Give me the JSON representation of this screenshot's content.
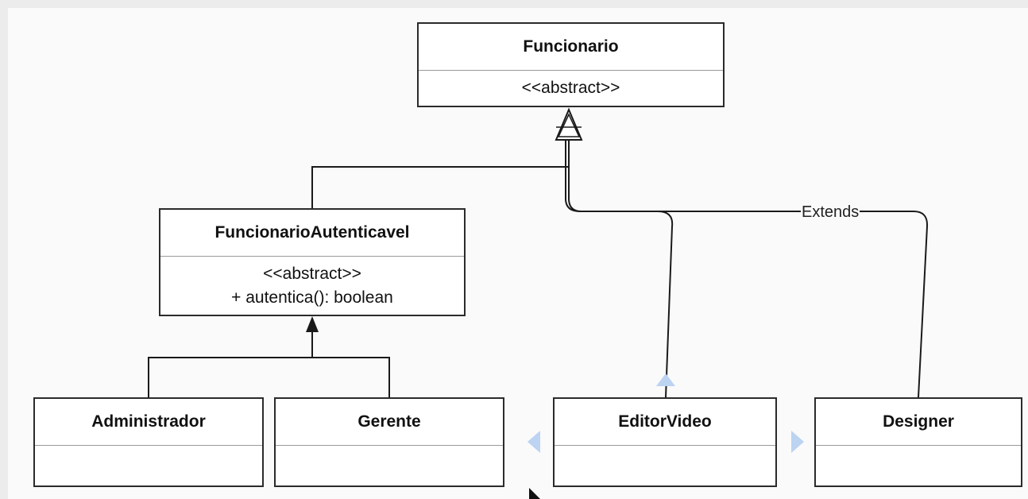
{
  "classes": {
    "funcionario": {
      "name": "Funcionario",
      "stereotype": "<<abstract>>"
    },
    "funcionario_autenticavel": {
      "name": "FuncionarioAutenticavel",
      "stereotype": "<<abstract>>",
      "method": "+ autentica(): boolean"
    },
    "administrador": {
      "name": "Administrador"
    },
    "gerente": {
      "name": "Gerente"
    },
    "editor_video": {
      "name": "EditorVideo"
    },
    "designer": {
      "name": "Designer"
    }
  },
  "edges": {
    "extends_label": "Extends"
  },
  "colors": {
    "line": "#1a1a1a",
    "nav_hint": "#bcd3f2",
    "box_border": "#2b2b2b"
  }
}
